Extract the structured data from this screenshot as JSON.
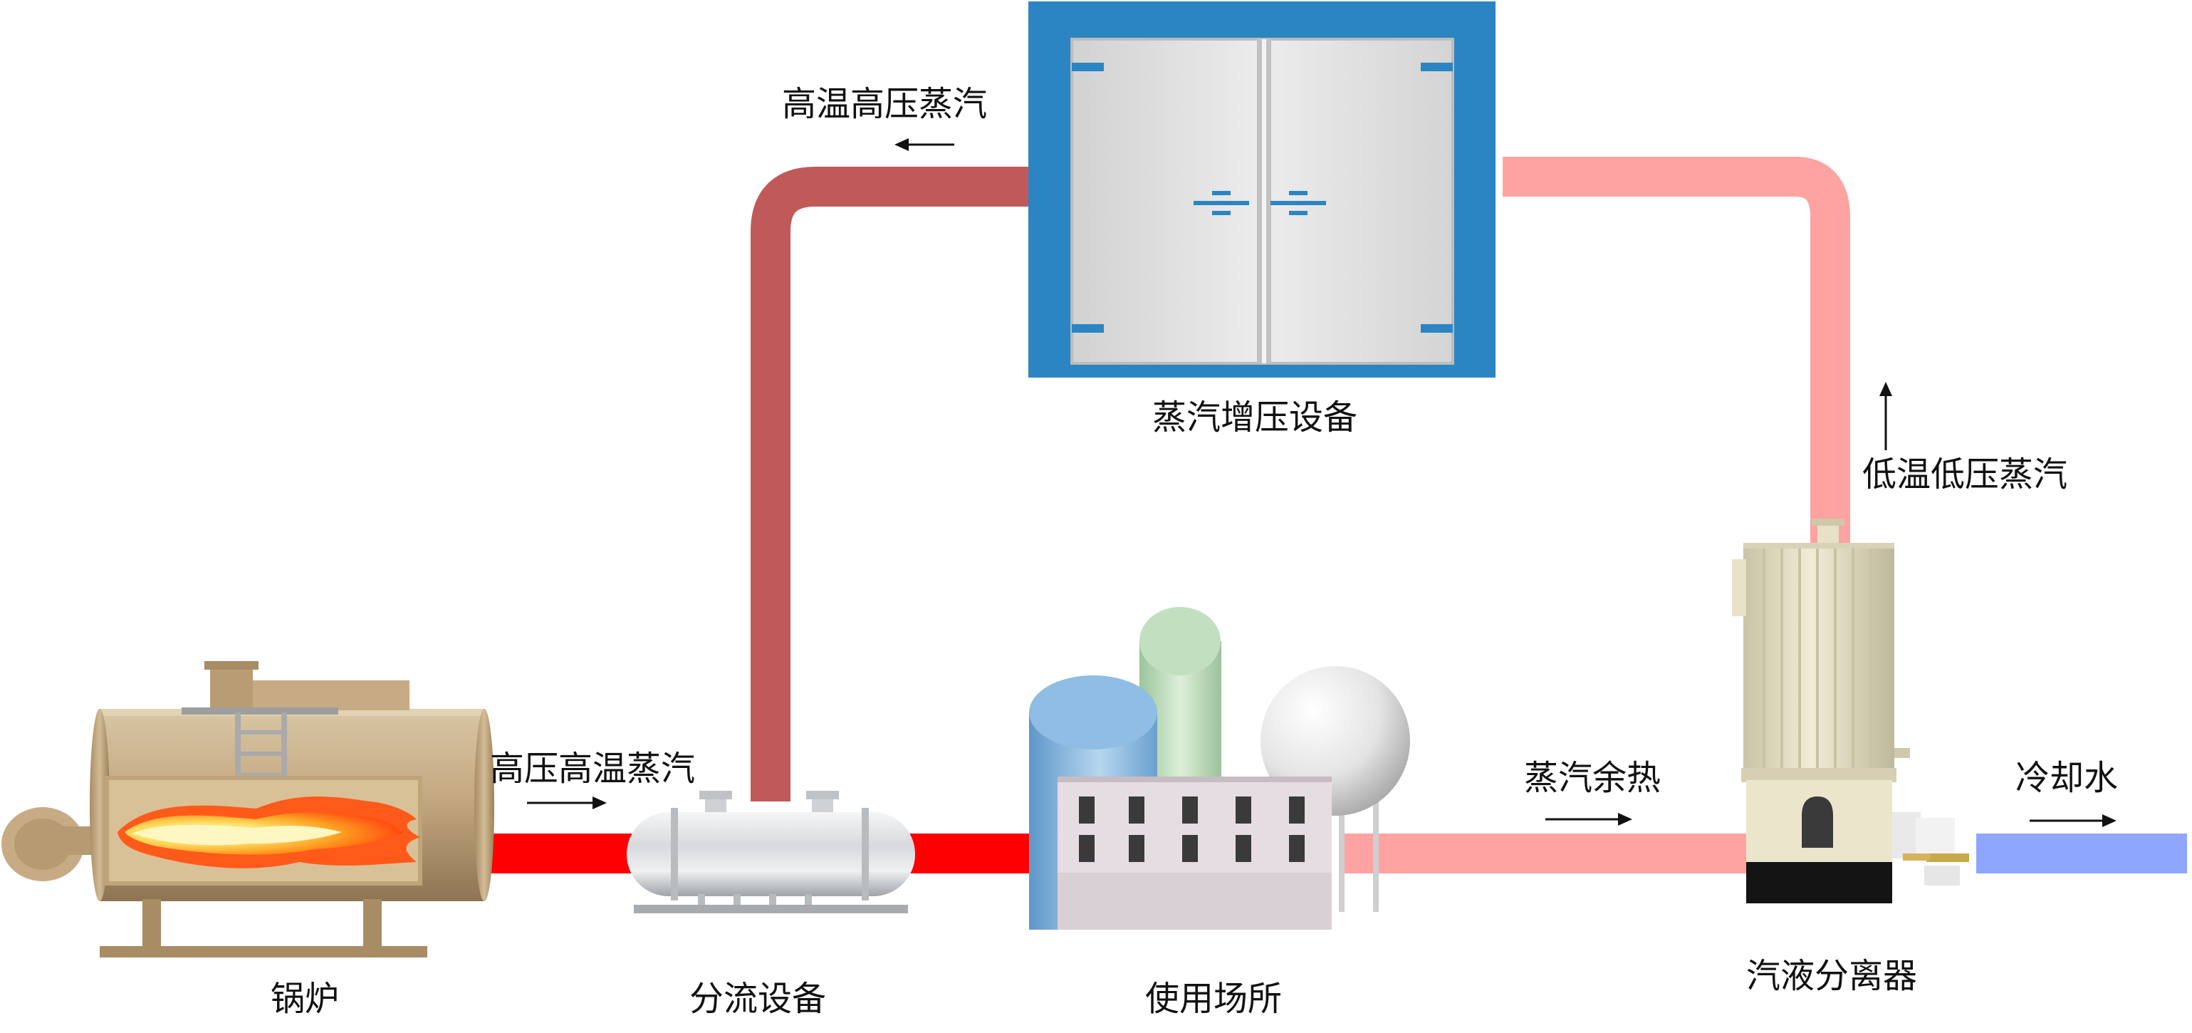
{
  "equipment": {
    "boiler": "锅炉",
    "splitter": "分流设备",
    "booster": "蒸汽增压设备",
    "usage_site": "使用场所",
    "separator": "汽液分离器"
  },
  "flows": {
    "boiler_out": "高压高温蒸汽",
    "to_splitter_top": "高温高压蒸汽",
    "from_separator": "低温低压蒸汽",
    "waste_heat": "蒸汽余热",
    "cooling_water": "冷却水"
  },
  "colors": {
    "hot_pipe": "#ff0000",
    "high_pressure_pipe": "#c05a58",
    "low_pressure_pipe": "#ffa3a2",
    "cooling_pipe": "#8fa6ff",
    "booster_frame": "#2b85c2"
  }
}
